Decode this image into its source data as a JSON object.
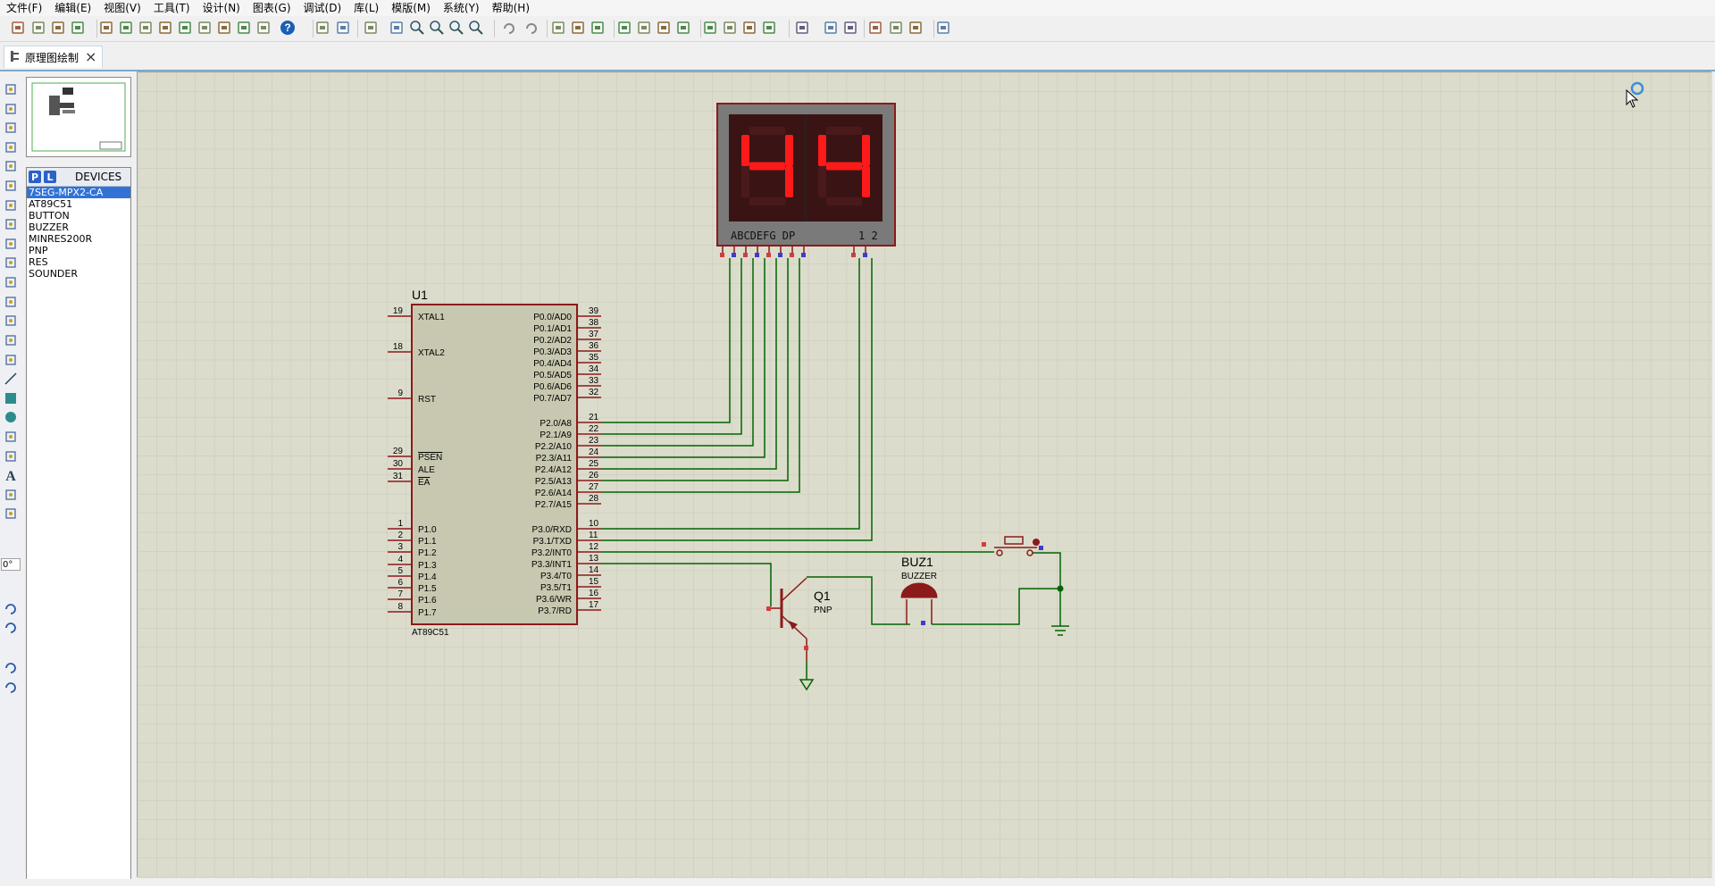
{
  "menu": [
    "文件(F)",
    "编辑(E)",
    "视图(V)",
    "工具(T)",
    "设计(N)",
    "图表(G)",
    "调试(D)",
    "库(L)",
    "模版(M)",
    "系统(Y)",
    "帮助(H)"
  ],
  "tab": {
    "label": "原理图绘制"
  },
  "panel": {
    "p_button": "P",
    "l_button": "L",
    "title": "DEVICES"
  },
  "devices": [
    {
      "name": "7SEG-MPX2-CA",
      "selected": true
    },
    {
      "name": "AT89C51"
    },
    {
      "name": "BUTTON"
    },
    {
      "name": "BUZZER"
    },
    {
      "name": "MINRES200R"
    },
    {
      "name": "PNP"
    },
    {
      "name": "RES"
    },
    {
      "name": "SOUNDER"
    }
  ],
  "rotation": "0°",
  "colors": {
    "canvas": "#dcdccc",
    "grid": "#c8c8b8",
    "wire": "#006400",
    "component": "#8b1a1a",
    "chip_body": "#c8c8b0",
    "segment_on": "#ff1a1a",
    "selection": "#3272d6"
  },
  "schematic": {
    "display": {
      "digits": "44",
      "segments_label": "ABCDEFG DP",
      "digit_label": "1 2"
    },
    "u1": {
      "ref": "U1",
      "part": "AT89C51",
      "left_pins": [
        {
          "num": "19",
          "name": "XTAL1"
        },
        {
          "num": "18",
          "name": "XTAL2"
        },
        {
          "num": "9",
          "name": "RST"
        },
        {
          "num": "29",
          "name": "PSEN"
        },
        {
          "num": "30",
          "name": "ALE"
        },
        {
          "num": "31",
          "name": "EA"
        },
        {
          "num": "1",
          "name": "P1.0"
        },
        {
          "num": "2",
          "name": "P1.1"
        },
        {
          "num": "3",
          "name": "P1.2"
        },
        {
          "num": "4",
          "name": "P1.3"
        },
        {
          "num": "5",
          "name": "P1.4"
        },
        {
          "num": "6",
          "name": "P1.5"
        },
        {
          "num": "7",
          "name": "P1.6"
        },
        {
          "num": "8",
          "name": "P1.7"
        }
      ],
      "right_pins": [
        {
          "num": "39",
          "name": "P0.0/AD0"
        },
        {
          "num": "38",
          "name": "P0.1/AD1"
        },
        {
          "num": "37",
          "name": "P0.2/AD2"
        },
        {
          "num": "36",
          "name": "P0.3/AD3"
        },
        {
          "num": "35",
          "name": "P0.4/AD4"
        },
        {
          "num": "34",
          "name": "P0.5/AD5"
        },
        {
          "num": "33",
          "name": "P0.6/AD6"
        },
        {
          "num": "32",
          "name": "P0.7/AD7"
        },
        {
          "num": "21",
          "name": "P2.0/A8"
        },
        {
          "num": "22",
          "name": "P2.1/A9"
        },
        {
          "num": "23",
          "name": "P2.2/A10"
        },
        {
          "num": "24",
          "name": "P2.3/A11"
        },
        {
          "num": "25",
          "name": "P2.4/A12"
        },
        {
          "num": "26",
          "name": "P2.5/A13"
        },
        {
          "num": "27",
          "name": "P2.6/A14"
        },
        {
          "num": "28",
          "name": "P2.7/A15"
        },
        {
          "num": "10",
          "name": "P3.0/RXD"
        },
        {
          "num": "11",
          "name": "P3.1/TXD"
        },
        {
          "num": "12",
          "name": "P3.2/INT0"
        },
        {
          "num": "13",
          "name": "P3.3/INT1"
        },
        {
          "num": "14",
          "name": "P3.4/T0"
        },
        {
          "num": "15",
          "name": "P3.5/T1"
        },
        {
          "num": "16",
          "name": "P3.6/WR"
        },
        {
          "num": "17",
          "name": "P3.7/RD"
        }
      ]
    },
    "q1": {
      "ref": "Q1",
      "type": "PNP"
    },
    "buz1": {
      "ref": "BUZ1",
      "type": "BUZZER"
    }
  }
}
